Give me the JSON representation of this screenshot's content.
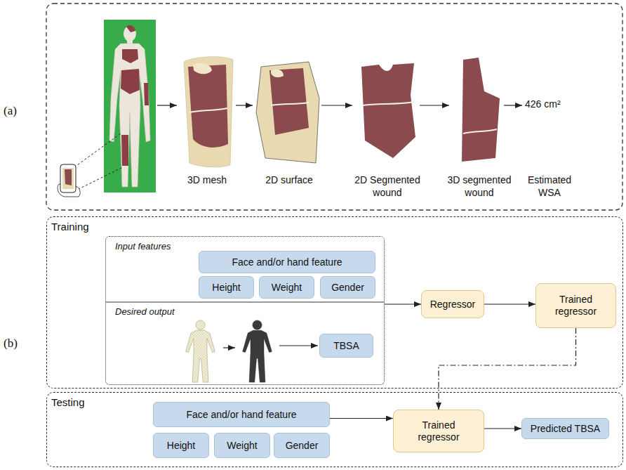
{
  "diagram": {
    "nodes": [
      {
        "text": [
          "Training"
        ]
      },
      {
        "text": [
          "Input features",
          "Desired output"
        ],
        "in": 0
      },
      {
        "text": [
          "Face and/or hand feature"
        ],
        "in": 1
      },
      {
        "text": [
          "Height"
        ],
        "in": 1
      },
      {
        "text": [
          "Weight"
        ],
        "in": 1
      },
      {
        "text": [
          "Gender"
        ],
        "in": 1
      },
      {
        "text": [
          "TBSA"
        ],
        "in": 1
      },
      {
        "text": [
          "Regressor"
        ],
        "in": 0
      },
      {
        "text": [
          "Trained regressor"
        ],
        "in": 0
      },
      {
        "text": [
          "Testing"
        ]
      },
      {
        "text": [
          "Face and/or hand feature"
        ],
        "in": 9
      },
      {
        "text": [
          "Height"
        ],
        "in": 9
      },
      {
        "text": [
          "Weight"
        ],
        "in": 9
      },
      {
        "text": [
          "Gender"
        ],
        "in": 9
      },
      {
        "text": [
          "Trained regressor"
        ],
        "in": 9
      },
      {
        "text": [
          "Predicted TBSA"
        ],
        "in": 9
      }
    ],
    "edges": [
      {
        "from": 1,
        "to": 7,
        "arrow": "to"
      },
      {
        "from": 7,
        "to": 8,
        "arrow": "to"
      },
      {
        "from": 8,
        "to": 14,
        "arrow": "to"
      },
      {
        "from": 10,
        "to": 14,
        "arrow": "to"
      },
      {
        "from": 14,
        "to": 15,
        "arrow": "to"
      }
    ],
    "labels": [
      "(a)",
      "426 cm²",
      "3D mesh",
      "2D surface",
      "2D Segmented wound",
      "3D segmented wound",
      "Estimated WSA",
      "(b)"
    ]
  }
}
